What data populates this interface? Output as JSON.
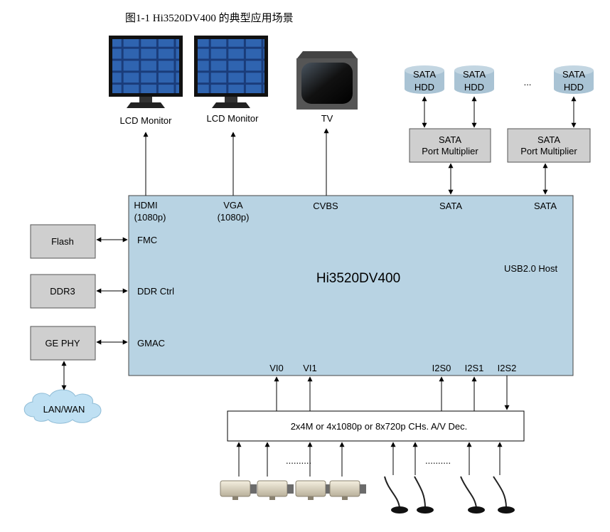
{
  "figure": {
    "caption": "图1-1  Hi3520DV400 的典型应用场景",
    "colors": {
      "soc_fill": "#b8d3e3",
      "block_fill": "#cfcfcf",
      "hdd_fill": "#a9c3d4",
      "cloud_fill": "#bfe0f3"
    }
  },
  "outputs": {
    "monitor1": "LCD Monitor",
    "monitor2": "LCD Monitor",
    "tv": "TV"
  },
  "storage": {
    "hdd1": [
      "SATA",
      "HDD"
    ],
    "hdd2": [
      "SATA",
      "HDD"
    ],
    "hdd3": [
      "SATA",
      "HDD"
    ],
    "ellipsis": "...",
    "pm1": [
      "SATA",
      "Port Multiplier"
    ],
    "pm2": [
      "SATA",
      "Port Multiplier"
    ]
  },
  "soc": {
    "name": "Hi3520DV400",
    "hdmi": [
      "HDMI",
      "(1080p)"
    ],
    "vga": [
      "VGA",
      "(1080p)"
    ],
    "cvbs": "CVBS",
    "sata1": "SATA",
    "sata2": "SATA",
    "fmc": "FMC",
    "ddr": "DDR Ctrl",
    "gmac": "GMAC",
    "usb": "USB2.0 Host",
    "vi0": "VI0",
    "vi1": "VI1",
    "i2s0": "I2S0",
    "i2s1": "I2S1",
    "i2s2": "I2S2"
  },
  "peripherals": {
    "flash": "Flash",
    "ddr3": "DDR3",
    "gephy": "GE PHY",
    "lanwan": "LAN/WAN"
  },
  "decoder": {
    "label": "2x4M or 4x1080p or 8x720p CHs. A/V Dec."
  },
  "inputs": {
    "camera_dots": "..........",
    "mic_dots": ".........."
  }
}
